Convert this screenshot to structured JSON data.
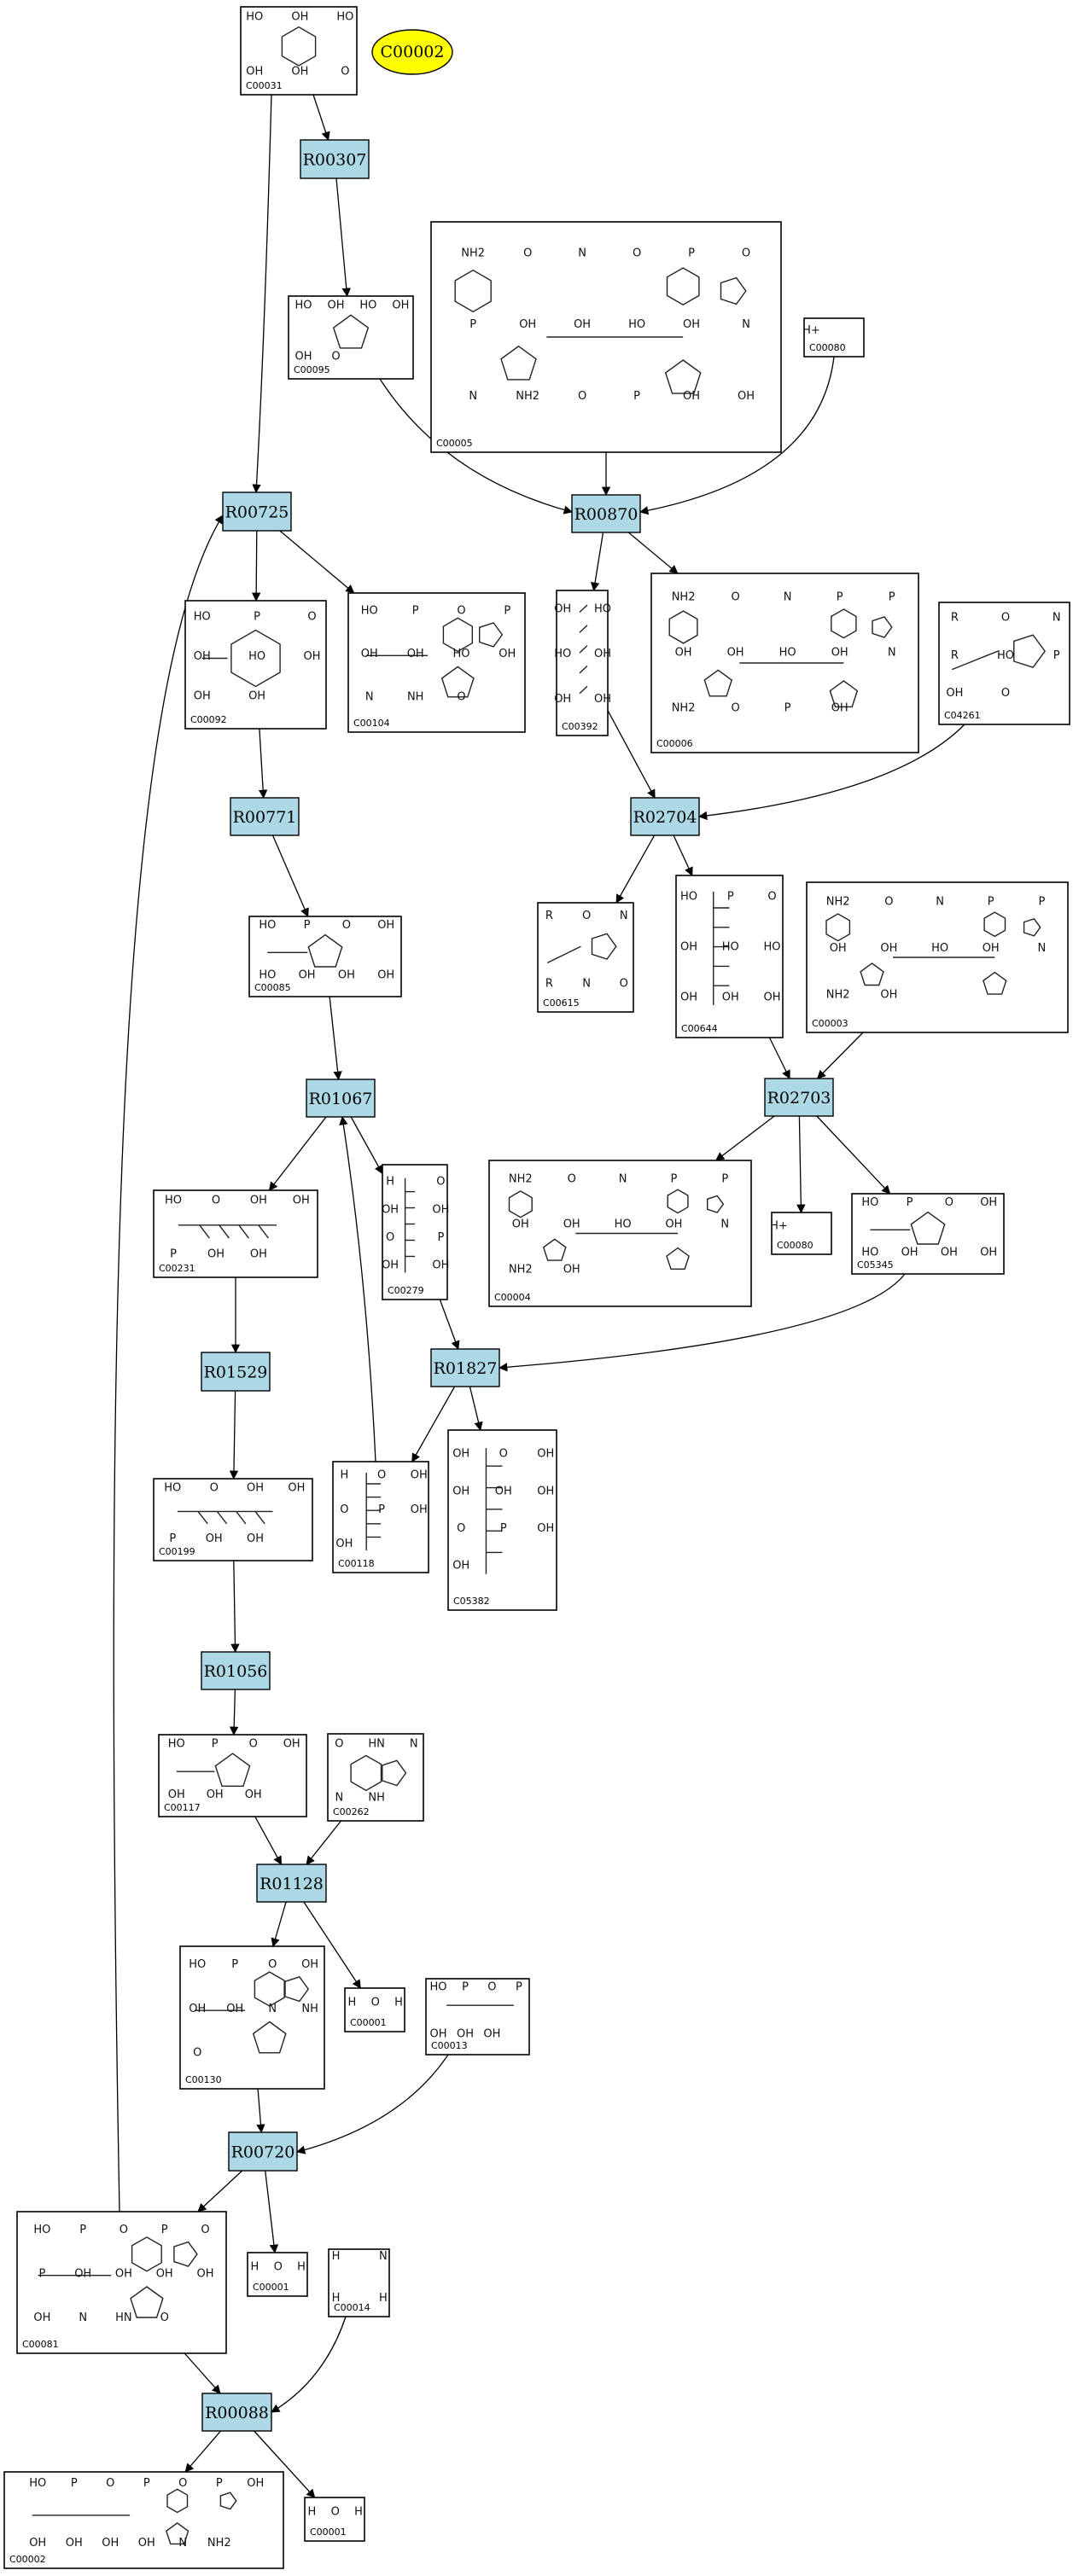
{
  "target": {
    "label": "C00002"
  },
  "compounds": [
    {
      "id": "C00031",
      "label": "C00031",
      "kind": "sugar",
      "atoms": [
        "HO",
        "OH",
        "HO",
        "OH",
        "OH",
        "O"
      ]
    },
    {
      "id": "C00095",
      "label": "C00095",
      "kind": "furanose",
      "atoms": [
        "HO",
        "OH",
        "HO",
        "OH",
        "OH",
        "O"
      ]
    },
    {
      "id": "C00005",
      "label": "C00005",
      "kind": "dinucleotide",
      "atoms": [
        "NH2",
        "O",
        "N",
        "O",
        "P",
        "O",
        "P",
        "OH",
        "OH",
        "HO",
        "OH",
        "N",
        "N",
        "NH2",
        "O",
        "P",
        "OH",
        "OH"
      ]
    },
    {
      "id": "C00080",
      "label": "C00080",
      "kind": "ion",
      "atoms": [
        "H+"
      ]
    },
    {
      "id": "C00092",
      "label": "C00092",
      "kind": "phosphosugar",
      "atoms": [
        "HO",
        "P",
        "O",
        "OH",
        "HO",
        "OH",
        "OH",
        "OH"
      ]
    },
    {
      "id": "C00104",
      "label": "C00104",
      "kind": "nucleotide",
      "atoms": [
        "HO",
        "P",
        "O",
        "P",
        "OH",
        "OH",
        "HO",
        "OH",
        "N",
        "NH",
        "O"
      ]
    },
    {
      "id": "C00392",
      "label": "C00392",
      "kind": "polyol",
      "atoms": [
        "OH",
        "HO",
        "HO",
        "OH",
        "OH",
        "OH"
      ]
    },
    {
      "id": "C00006",
      "label": "C00006",
      "kind": "dinucleotide",
      "atoms": [
        "NH2",
        "O",
        "N",
        "P",
        "P",
        "OH",
        "OH",
        "HO",
        "OH",
        "N",
        "NH2",
        "O",
        "P",
        "OH"
      ]
    },
    {
      "id": "C04261",
      "label": "C04261",
      "kind": "peptide",
      "atoms": [
        "R",
        "O",
        "N",
        "R",
        "HO",
        "P",
        "OH",
        "O"
      ]
    },
    {
      "id": "C00085",
      "label": "C00085",
      "kind": "phosphofuranose",
      "atoms": [
        "HO",
        "P",
        "O",
        "OH",
        "HO",
        "OH",
        "OH",
        "OH"
      ]
    },
    {
      "id": "C00615",
      "label": "C00615",
      "kind": "peptide",
      "atoms": [
        "R",
        "O",
        "N",
        "R",
        "N",
        "O"
      ]
    },
    {
      "id": "C00644",
      "label": "C00644",
      "kind": "phosphopolyol",
      "atoms": [
        "HO",
        "P",
        "O",
        "OH",
        "HO",
        "HO",
        "OH",
        "OH",
        "OH"
      ]
    },
    {
      "id": "C00003",
      "label": "C00003",
      "kind": "dinucleotide",
      "atoms": [
        "NH2",
        "O",
        "N",
        "P",
        "P",
        "OH",
        "OH",
        "HO",
        "OH",
        "N",
        "NH2",
        "OH"
      ]
    },
    {
      "id": "C00231",
      "label": "C00231",
      "kind": "phosphoketose",
      "atoms": [
        "HO",
        "O",
        "OH",
        "OH",
        "P",
        "OH",
        "OH"
      ]
    },
    {
      "id": "C00279",
      "label": "C00279",
      "kind": "phosphoaldose",
      "atoms": [
        "H",
        "O",
        "OH",
        "OH",
        "O",
        "P",
        "OH",
        "OH"
      ]
    },
    {
      "id": "C00004",
      "label": "C00004",
      "kind": "dinucleotide",
      "atoms": [
        "NH2",
        "O",
        "N",
        "P",
        "P",
        "OH",
        "OH",
        "HO",
        "OH",
        "N",
        "NH2",
        "OH"
      ]
    },
    {
      "id": "C00080b",
      "label": "C00080",
      "kind": "ion",
      "atoms": [
        "H+"
      ]
    },
    {
      "id": "C05345",
      "label": "C05345",
      "kind": "phosphofuranose",
      "atoms": [
        "HO",
        "P",
        "O",
        "OH",
        "HO",
        "OH",
        "OH",
        "OH"
      ]
    },
    {
      "id": "C00199",
      "label": "C00199",
      "kind": "phosphoketose",
      "atoms": [
        "HO",
        "O",
        "OH",
        "OH",
        "P",
        "OH",
        "OH"
      ]
    },
    {
      "id": "C00118",
      "label": "C00118",
      "kind": "phosphoaldose",
      "atoms": [
        "H",
        "O",
        "OH",
        "O",
        "P",
        "OH",
        "OH"
      ]
    },
    {
      "id": "C05382",
      "label": "C05382",
      "kind": "phosphopolyol",
      "atoms": [
        "OH",
        "O",
        "OH",
        "OH",
        "OH",
        "OH",
        "O",
        "P",
        "OH",
        "OH"
      ]
    },
    {
      "id": "C00117",
      "label": "C00117",
      "kind": "phosphofuranose",
      "atoms": [
        "HO",
        "P",
        "O",
        "OH",
        "OH",
        "OH",
        "OH"
      ]
    },
    {
      "id": "C00262",
      "label": "C00262",
      "kind": "purine",
      "atoms": [
        "O",
        "HN",
        "N",
        "N",
        "NH"
      ]
    },
    {
      "id": "C00130",
      "label": "C00130",
      "kind": "nucleotide",
      "atoms": [
        "HO",
        "P",
        "O",
        "OH",
        "OH",
        "OH",
        "N",
        "NH",
        "O"
      ]
    },
    {
      "id": "C00001",
      "label": "C00001",
      "kind": "water",
      "atoms": [
        "H",
        "O",
        "H"
      ]
    },
    {
      "id": "C00013",
      "label": "C00013",
      "kind": "pyrophosphate",
      "atoms": [
        "HO",
        "P",
        "O",
        "P",
        "OH",
        "OH",
        "OH"
      ]
    },
    {
      "id": "C00081",
      "label": "C00081",
      "kind": "nucleotide",
      "atoms": [
        "HO",
        "P",
        "O",
        "P",
        "O",
        "P",
        "OH",
        "OH",
        "OH",
        "OH",
        "OH",
        "N",
        "HN",
        "O"
      ]
    },
    {
      "id": "C00001b",
      "label": "C00001",
      "kind": "water",
      "atoms": [
        "H",
        "O",
        "H"
      ]
    },
    {
      "id": "C00014",
      "label": "C00014",
      "kind": "ammonia",
      "atoms": [
        "H",
        "N",
        "H",
        "H"
      ]
    },
    {
      "id": "C00002",
      "label": "C00002",
      "kind": "nucleotide",
      "atoms": [
        "HO",
        "P",
        "O",
        "P",
        "O",
        "P",
        "OH",
        "OH",
        "OH",
        "OH",
        "OH",
        "N",
        "NH2"
      ]
    },
    {
      "id": "C00001c",
      "label": "C00001",
      "kind": "water",
      "atoms": [
        "H",
        "O",
        "H"
      ]
    }
  ],
  "reactions": [
    {
      "id": "R00307",
      "label": "R00307"
    },
    {
      "id": "R00725",
      "label": "R00725"
    },
    {
      "id": "R00870",
      "label": "R00870"
    },
    {
      "id": "R00771",
      "label": "R00771"
    },
    {
      "id": "R02704",
      "label": "R02704"
    },
    {
      "id": "R01067",
      "label": "R01067"
    },
    {
      "id": "R02703",
      "label": "R02703"
    },
    {
      "id": "R01529",
      "label": "R01529"
    },
    {
      "id": "R01827",
      "label": "R01827"
    },
    {
      "id": "R01056",
      "label": "R01056"
    },
    {
      "id": "R01128",
      "label": "R01128"
    },
    {
      "id": "R00720",
      "label": "R00720"
    },
    {
      "id": "R00088",
      "label": "R00088"
    }
  ],
  "edges": [
    [
      "C00031",
      "R00307"
    ],
    [
      "C00031",
      "R00725"
    ],
    [
      "R00307",
      "C00095"
    ],
    [
      "C00095",
      "R00870"
    ],
    [
      "C00005",
      "R00870"
    ],
    [
      "C00080",
      "R00870"
    ],
    [
      "R00725",
      "C00092"
    ],
    [
      "R00725",
      "C00104"
    ],
    [
      "R00870",
      "C00392"
    ],
    [
      "R00870",
      "C00006"
    ],
    [
      "C00092",
      "R00771"
    ],
    [
      "C00392",
      "R02704"
    ],
    [
      "C04261",
      "R02704"
    ],
    [
      "R00771",
      "C00085"
    ],
    [
      "R02704",
      "C00615"
    ],
    [
      "R02704",
      "C00644"
    ],
    [
      "C00085",
      "R01067"
    ],
    [
      "C00644",
      "R02703"
    ],
    [
      "C00003",
      "R02703"
    ],
    [
      "R01067",
      "C00231"
    ],
    [
      "R01067",
      "C00279"
    ],
    [
      "R02703",
      "C00004"
    ],
    [
      "R02703",
      "C00080b"
    ],
    [
      "R02703",
      "C05345"
    ],
    [
      "C00231",
      "R01529"
    ],
    [
      "C00279",
      "R01827"
    ],
    [
      "C05345",
      "R01827"
    ],
    [
      "R01529",
      "C00199"
    ],
    [
      "R01827",
      "C00118"
    ],
    [
      "R01827",
      "C05382"
    ],
    [
      "C00118",
      "R01067"
    ],
    [
      "C00199",
      "R01056"
    ],
    [
      "R01056",
      "C00117"
    ],
    [
      "C00117",
      "R01128"
    ],
    [
      "C00262",
      "R01128"
    ],
    [
      "R01128",
      "C00130"
    ],
    [
      "R01128",
      "C00001"
    ],
    [
      "C00130",
      "R00720"
    ],
    [
      "C00013",
      "R00720"
    ],
    [
      "R00720",
      "C00081"
    ],
    [
      "R00720",
      "C00001b"
    ],
    [
      "C00081",
      "R00725"
    ],
    [
      "C00081",
      "R00088"
    ],
    [
      "C00014",
      "R00088"
    ],
    [
      "R00088",
      "C00002"
    ],
    [
      "R00088",
      "C00001c"
    ]
  ]
}
